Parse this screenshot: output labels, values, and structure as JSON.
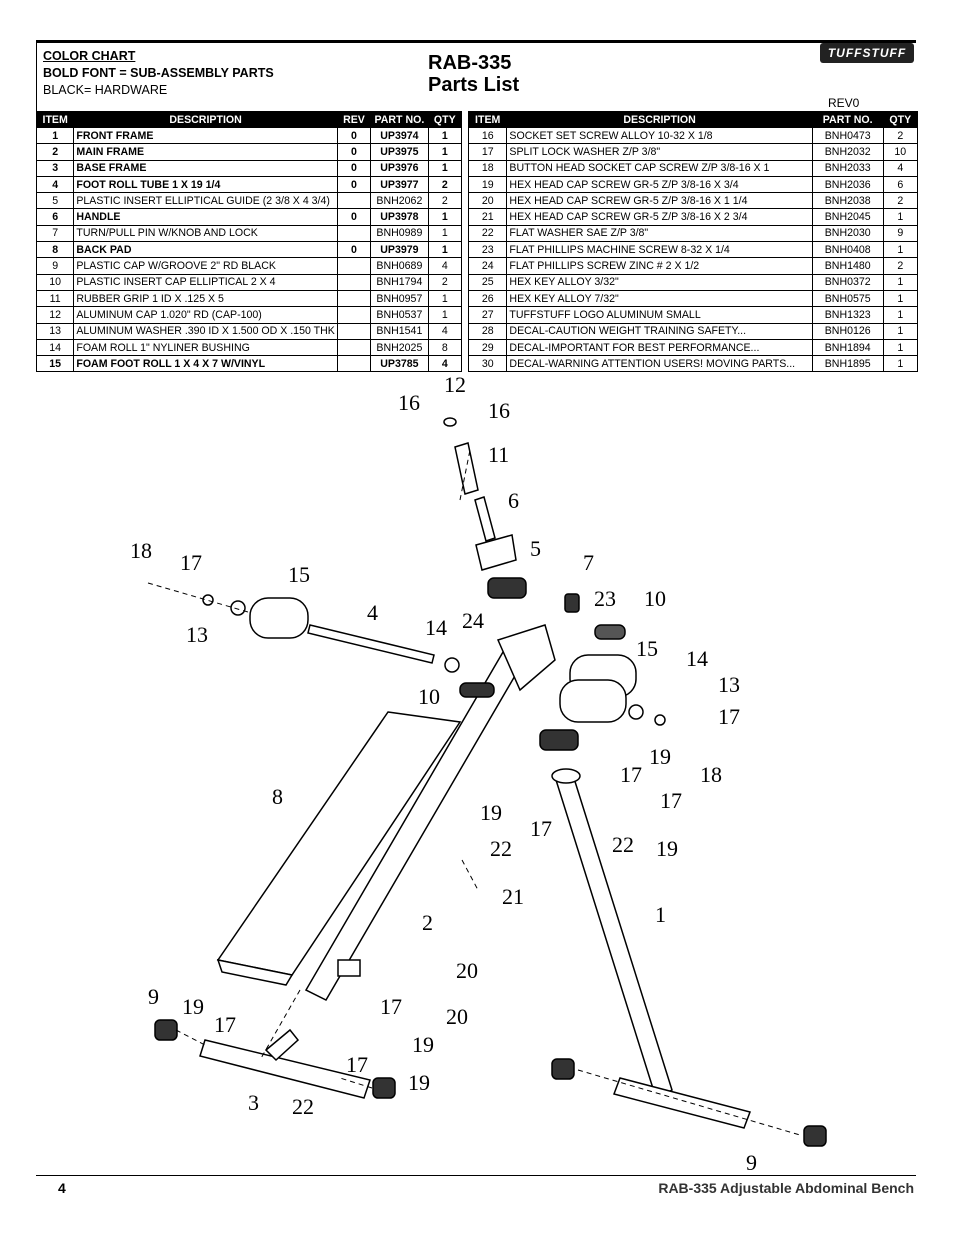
{
  "header": {
    "color_chart": "COLOR CHART",
    "bold_font_note": "BOLD FONT = SUB-ASSEMBLY PARTS",
    "black_note": "BLACK= HARDWARE",
    "model": "RAB-335",
    "doc_title": "Parts List",
    "logo_text": "TUFFSTUFF",
    "rev": "REV0"
  },
  "columns": [
    "ITEM",
    "DESCRIPTION",
    "REV",
    "PART NO.",
    "QTY"
  ],
  "columns_right": [
    "ITEM",
    "DESCRIPTION",
    "PART NO.",
    "QTY"
  ],
  "left_rows": [
    {
      "item": "1",
      "desc": "FRONT FRAME",
      "rev": "0",
      "part": "UP3974",
      "qty": "1"
    },
    {
      "item": "2",
      "desc": "MAIN FRAME",
      "rev": "0",
      "part": "UP3975",
      "qty": "1"
    },
    {
      "item": "3",
      "desc": "BASE FRAME",
      "rev": "0",
      "part": "UP3976",
      "qty": "1"
    },
    {
      "item": "4",
      "desc": "FOOT ROLL TUBE 1 X 19 1/4",
      "rev": "0",
      "part": "UP3977",
      "qty": "2"
    },
    {
      "item": "5",
      "desc": "PLASTIC INSERT ELLIPTICAL GUIDE (2 3/8 X 4 3/4)",
      "rev": "",
      "part": "BNH2062",
      "qty": "2"
    },
    {
      "item": "6",
      "desc": "HANDLE",
      "rev": "0",
      "part": "UP3978",
      "qty": "1"
    },
    {
      "item": "7",
      "desc": "TURN/PULL PIN W/KNOB AND LOCK",
      "rev": "",
      "part": "BNH0989",
      "qty": "1"
    },
    {
      "item": "8",
      "desc": "BACK PAD",
      "rev": "0",
      "part": "UP3979",
      "qty": "1"
    },
    {
      "item": "9",
      "desc": "PLASTIC CAP W/GROOVE 2\" RD BLACK",
      "rev": "",
      "part": "BNH0689",
      "qty": "4"
    },
    {
      "item": "10",
      "desc": "PLASTIC INSERT CAP ELLIPTICAL 2 X 4",
      "rev": "",
      "part": "BNH1794",
      "qty": "2"
    },
    {
      "item": "11",
      "desc": "RUBBER GRIP 1 ID X .125 X 5",
      "rev": "",
      "part": "BNH0957",
      "qty": "1"
    },
    {
      "item": "12",
      "desc": "ALUMINUM CAP 1.020\" RD (CAP-100)",
      "rev": "",
      "part": "BNH0537",
      "qty": "1"
    },
    {
      "item": "13",
      "desc": "ALUMINUM WASHER .390 ID X 1.500 OD X .150 THK",
      "rev": "",
      "part": "BNH1541",
      "qty": "4"
    },
    {
      "item": "14",
      "desc": "FOAM ROLL 1\" NYLINER BUSHING",
      "rev": "",
      "part": "BNH2025",
      "qty": "8"
    },
    {
      "item": "15",
      "desc": "FOAM FOOT ROLL 1 X 4 X 7 W/VINYL",
      "rev": "",
      "part": "UP3785",
      "qty": "4"
    }
  ],
  "right_rows": [
    {
      "item": "16",
      "desc": "SOCKET SET SCREW ALLOY 10-32 X 1/8",
      "part": "BNH0473",
      "qty": "2"
    },
    {
      "item": "17",
      "desc": "SPLIT LOCK WASHER Z/P 3/8\"",
      "part": "BNH2032",
      "qty": "10"
    },
    {
      "item": "18",
      "desc": "BUTTON HEAD SOCKET CAP SCREW Z/P 3/8-16 X 1",
      "part": "BNH2033",
      "qty": "4"
    },
    {
      "item": "19",
      "desc": "HEX HEAD CAP SCREW GR-5 Z/P 3/8-16 X 3/4",
      "part": "BNH2036",
      "qty": "6"
    },
    {
      "item": "20",
      "desc": "HEX HEAD CAP SCREW GR-5 Z/P 3/8-16 X 1 1/4",
      "part": "BNH2038",
      "qty": "2"
    },
    {
      "item": "21",
      "desc": "HEX HEAD CAP SCREW GR-5 Z/P 3/8-16 X 2 3/4",
      "part": "BNH2045",
      "qty": "1"
    },
    {
      "item": "22",
      "desc": "FLAT WASHER SAE Z/P 3/8\"",
      "part": "BNH2030",
      "qty": "9"
    },
    {
      "item": "23",
      "desc": "FLAT PHILLIPS MACHINE SCREW 8-32 X 1/4",
      "part": "BNH0408",
      "qty": "1"
    },
    {
      "item": "24",
      "desc": "FLAT PHILLIPS SCREW ZINC # 2 X 1/2",
      "part": "BNH1480",
      "qty": "2"
    },
    {
      "item": "25",
      "desc": "HEX KEY ALLOY 3/32\"",
      "part": "BNH0372",
      "qty": "1"
    },
    {
      "item": "26",
      "desc": "HEX KEY ALLOY 7/32\"",
      "part": "BNH0575",
      "qty": "1"
    },
    {
      "item": "27",
      "desc": "TUFFSTUFF LOGO ALUMINUM SMALL",
      "part": "BNH1323",
      "qty": "1"
    },
    {
      "item": "28",
      "desc": "DECAL-CAUTION WEIGHT TRAINING SAFETY...",
      "part": "BNH0126",
      "qty": "1"
    },
    {
      "item": "29",
      "desc": "DECAL-IMPORTANT FOR BEST PERFORMANCE...",
      "part": "BNH1894",
      "qty": "1"
    },
    {
      "item": "30",
      "desc": "DECAL-WARNING ATTENTION USERS! MOVING PARTS...",
      "part": "BNH1895",
      "qty": "1"
    }
  ],
  "callouts": [
    "12",
    "16",
    "16",
    "11",
    "6",
    "18",
    "17",
    "15",
    "5",
    "7",
    "13",
    "4",
    "14",
    "24",
    "23",
    "10",
    "15",
    "14",
    "10",
    "13",
    "17",
    "8",
    "19",
    "17",
    "18",
    "19",
    "17",
    "22",
    "19",
    "17",
    "22",
    "21",
    "1",
    "2",
    "20",
    "9",
    "19",
    "17",
    "20",
    "17",
    "19",
    "3",
    "22",
    "17",
    "19",
    "9"
  ],
  "footer": {
    "page": "4",
    "title": "RAB-335   Adjustable Abdominal Bench"
  }
}
